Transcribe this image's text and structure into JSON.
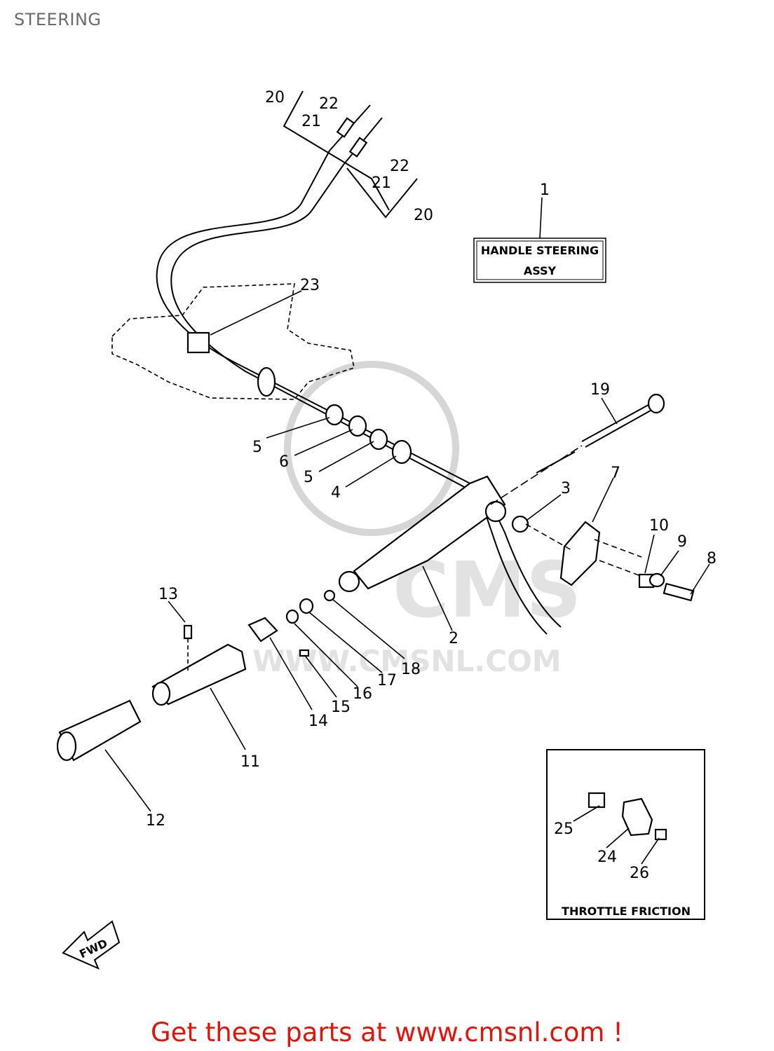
{
  "header": {
    "title": "STEERING"
  },
  "diagram": {
    "assembly_box": {
      "line1": "HANDLE STEERING",
      "line2": "ASSY"
    },
    "inset_box": {
      "caption": "THROTTLE FRICTION"
    },
    "fwd_arrow": {
      "label": "FWD"
    },
    "watermark": {
      "logo_text": "CMS",
      "url_text": "WWW.CMSNL.COM"
    },
    "callouts": {
      "c1": "1",
      "c2": "2",
      "c3": "3",
      "c4": "4",
      "c5a": "5",
      "c5b": "5",
      "c6": "6",
      "c7": "7",
      "c8": "8",
      "c9": "9",
      "c10": "10",
      "c11": "11",
      "c12": "12",
      "c13": "13",
      "c14": "14",
      "c15": "15",
      "c16": "16",
      "c17": "17",
      "c18": "18",
      "c19": "19",
      "c20a": "20",
      "c20b": "20",
      "c21a": "21",
      "c21b": "21",
      "c22a": "22",
      "c22b": "22",
      "c23": "23",
      "c24": "24",
      "c25": "25",
      "c26": "26"
    }
  },
  "footer": {
    "link_text": "Get these parts at www.cmsnl.com !"
  }
}
